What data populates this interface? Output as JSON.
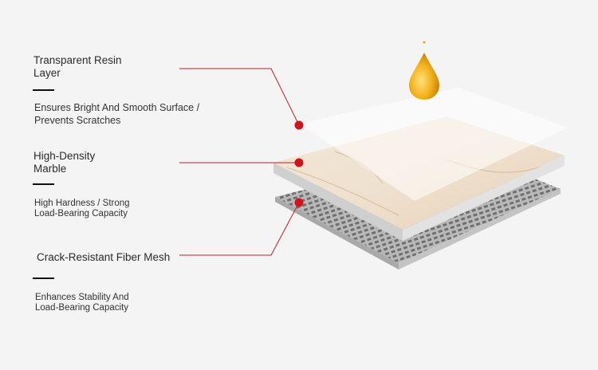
{
  "layers": [
    {
      "title": "Transparent Resin Layer",
      "title_lines": [
        "Transparent Resin",
        "Layer"
      ],
      "description_lines": [
        "Ensures Bright And Smooth Surface /",
        "Prevents Scratches"
      ]
    },
    {
      "title": "High-Density Marble",
      "title_lines": [
        "High-Density",
        "Marble"
      ],
      "description_lines": [
        "High Hardness / Strong",
        "Load-Bearing Capacity"
      ]
    },
    {
      "title": "Crack-Resistant Fiber Mesh",
      "title_lines": [
        "Crack-Resistant Fiber Mesh"
      ],
      "description_lines": [
        "Enhances Stability And",
        "Load-Bearing Capacity"
      ]
    }
  ],
  "colors": {
    "accent": "#d1141c",
    "text": "#2b2b2b",
    "background": "#f4f4f4"
  }
}
